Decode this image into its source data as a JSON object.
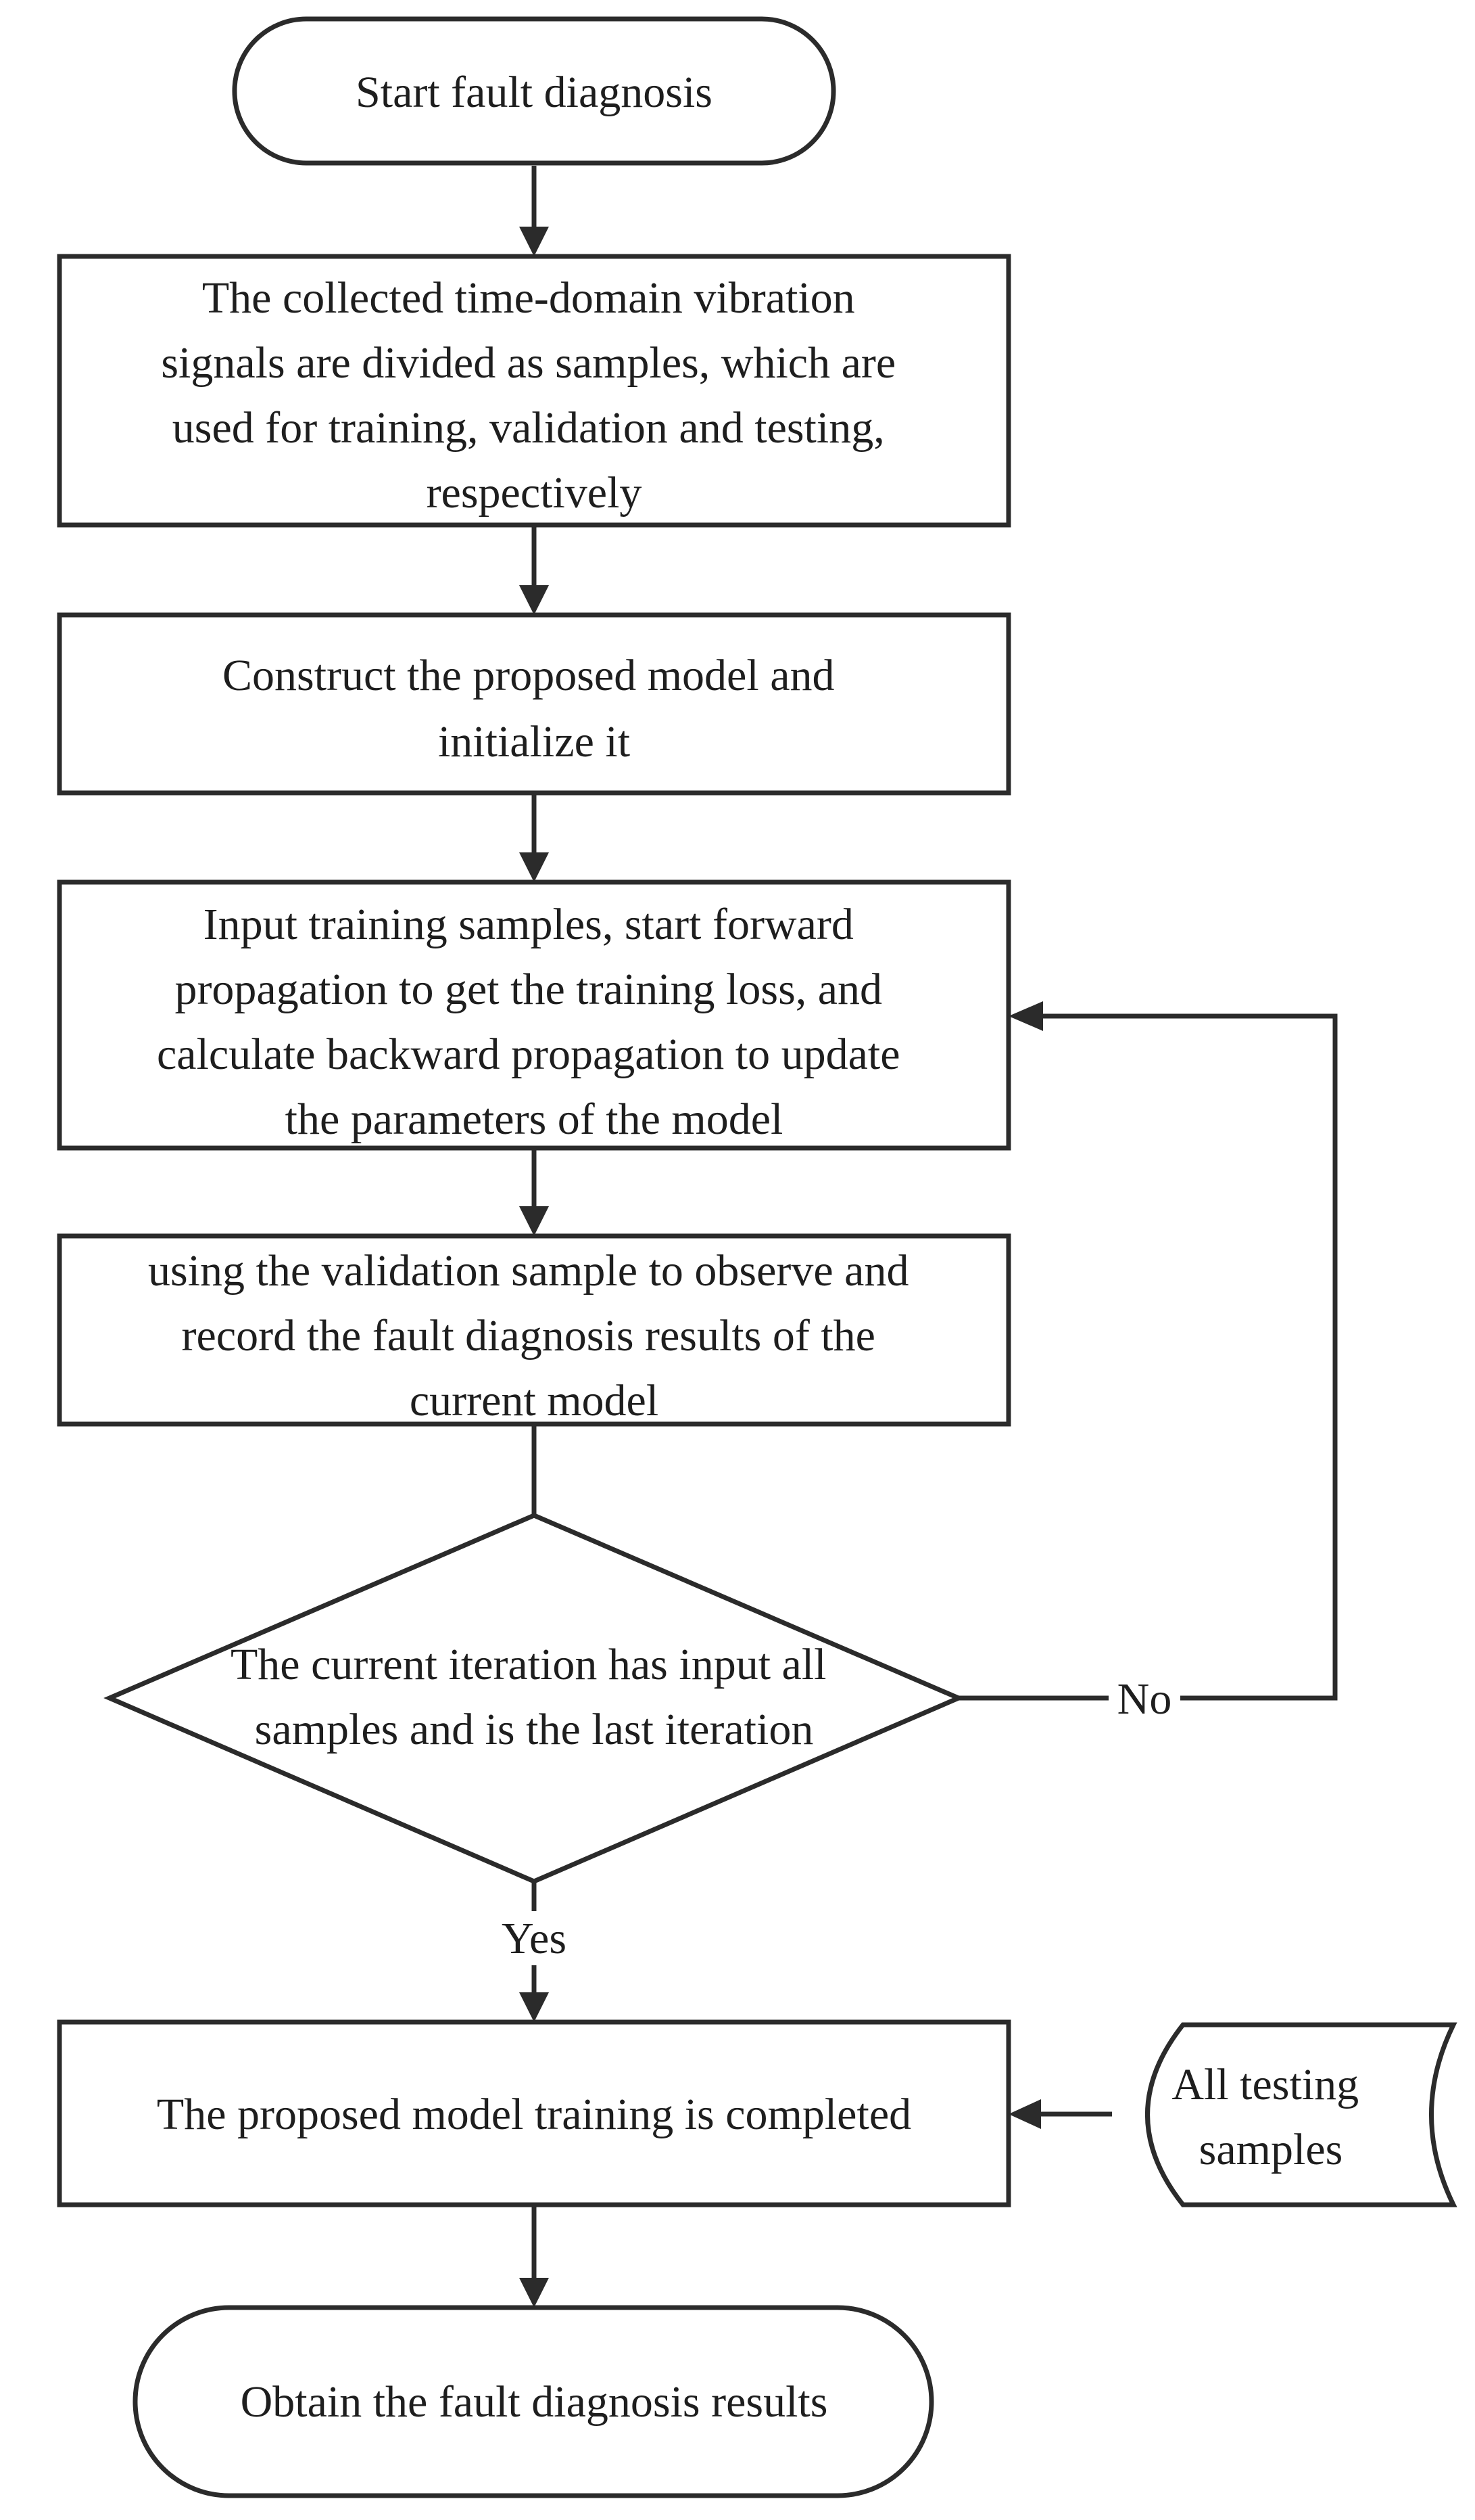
{
  "flowchart": {
    "start": {
      "lines": [
        "Start fault diagnosis"
      ]
    },
    "step_divide_samples": {
      "lines": [
        "The collected time-domain vibration",
        "signals are divided as samples, which are",
        "used for training, validation and testing,",
        "respectively"
      ]
    },
    "step_construct_model": {
      "lines": [
        "Construct the proposed model and",
        "initialize it"
      ]
    },
    "step_train": {
      "lines": [
        "Input training samples, start forward",
        "propagation to get the training loss, and",
        "calculate backward propagation to update",
        "the parameters of the model"
      ]
    },
    "step_validate": {
      "lines": [
        "using the validation sample to observe and",
        "record the fault diagnosis results of the",
        "current model"
      ]
    },
    "decision_last_iteration": {
      "lines": [
        "The current iteration has input all",
        "samples and is the last iteration"
      ]
    },
    "edge_no_label": "No",
    "edge_yes_label": "Yes",
    "step_training_completed": {
      "lines": [
        "The proposed model training is completed"
      ]
    },
    "input_testing_samples": {
      "lines": [
        "All testing",
        "samples"
      ]
    },
    "end": {
      "lines": [
        "Obtain the fault diagnosis results"
      ]
    }
  }
}
